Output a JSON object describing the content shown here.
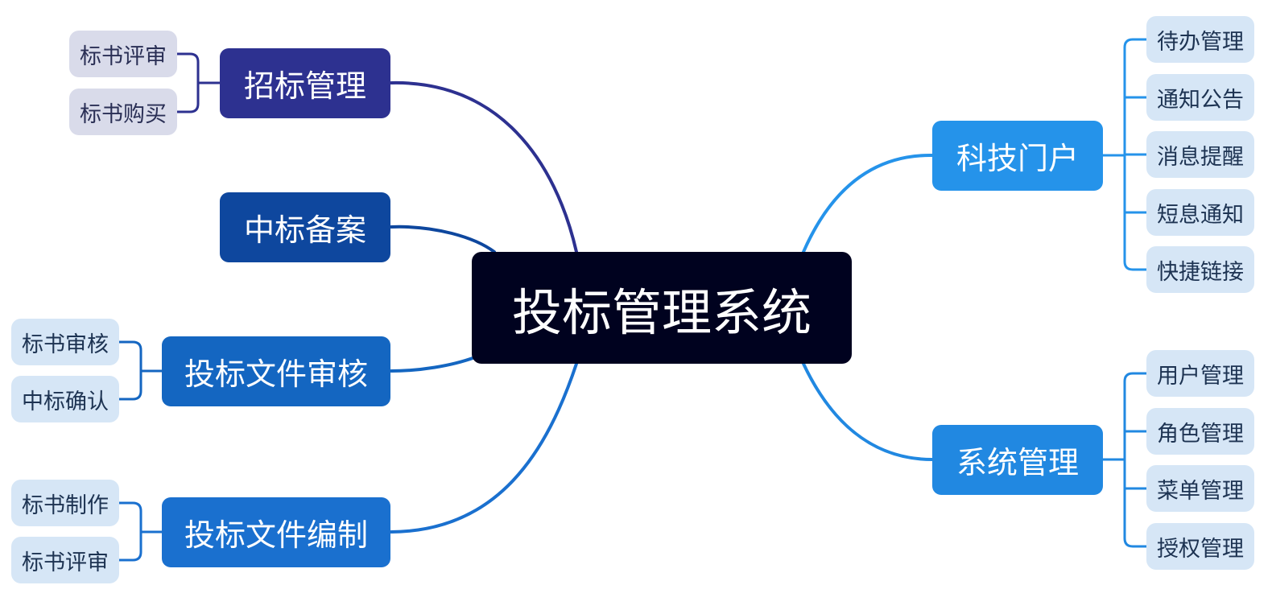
{
  "root": {
    "label": "投标管理系统"
  },
  "branches": [
    {
      "label": "招标管理",
      "color": "#2d3190",
      "children": [
        "标书评审",
        "标书购买"
      ]
    },
    {
      "label": "中标备案",
      "color": "#0e479e",
      "children": []
    },
    {
      "label": "投标文件审核",
      "color": "#1466c1",
      "children": [
        "标书审核",
        "中标确认"
      ]
    },
    {
      "label": "投标文件编制",
      "color": "#1a70cf",
      "children": [
        "标书制作",
        "标书评审"
      ]
    },
    {
      "label": "科技门户",
      "color": "#2593ea",
      "children": [
        "待办管理",
        "通知公告",
        "消息提醒",
        "短息通知",
        "快捷链接"
      ]
    },
    {
      "label": "系统管理",
      "color": "#2188e1",
      "children": [
        "用户管理",
        "角色管理",
        "菜单管理",
        "授权管理"
      ]
    }
  ]
}
